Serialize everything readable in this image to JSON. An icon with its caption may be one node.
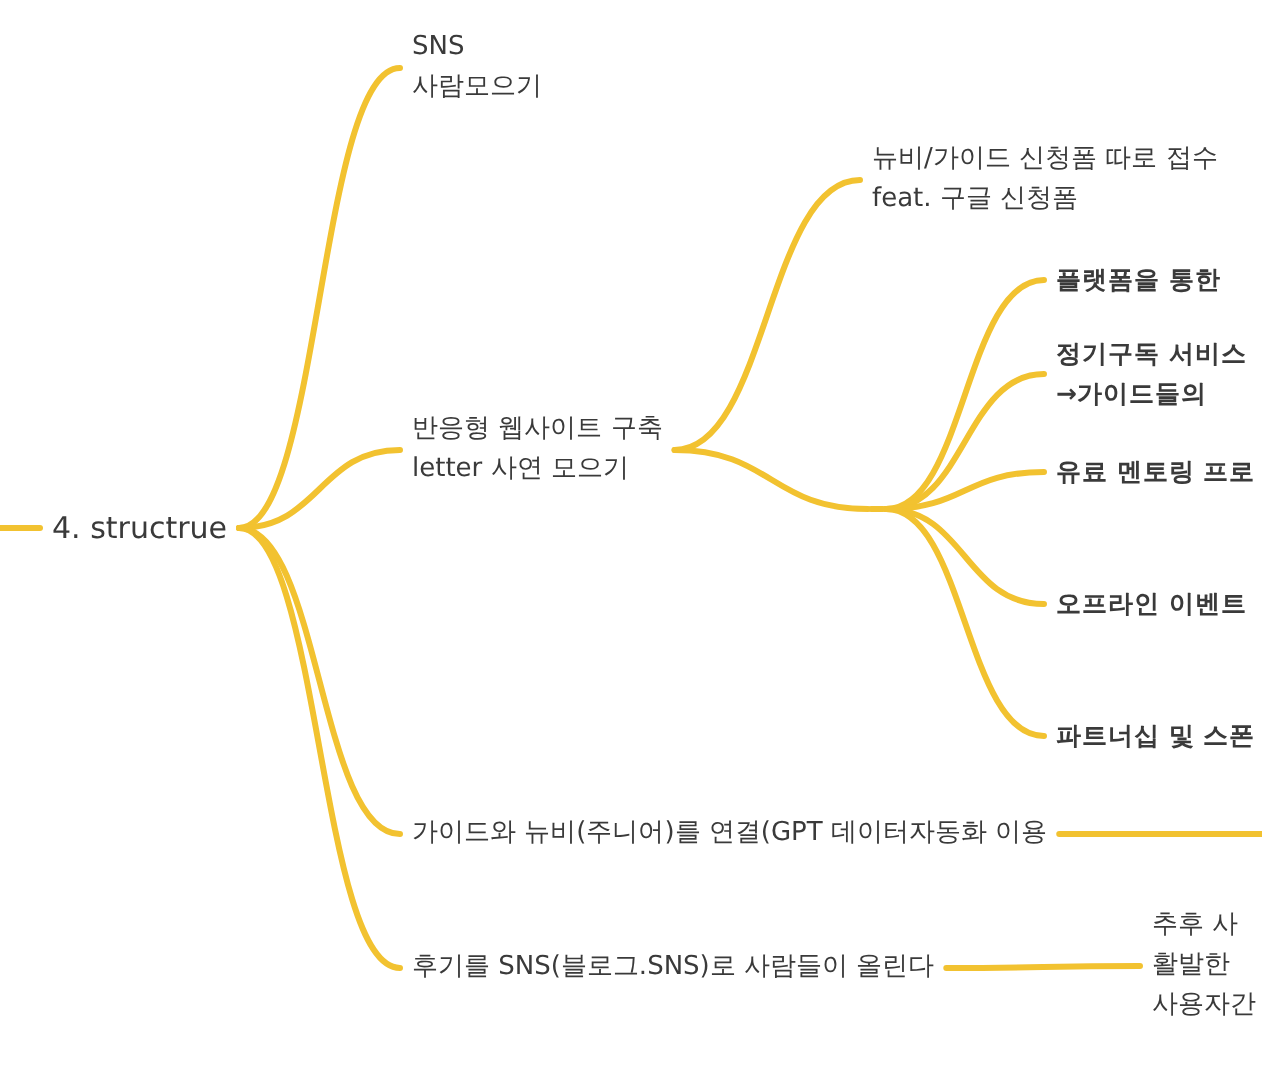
{
  "diagram": {
    "nodes": [
      {
        "text": [
          "4. structrue"
        ]
      },
      {
        "text": [
          "SNS",
          "사람모으기"
        ]
      },
      {
        "text": [
          "반응형 웹사이트 구축",
          "letter 사연 모으기"
        ]
      },
      {
        "text": [
          "뉴비/가이드 신청폼 따로 접수",
          "feat. 구글 신청폼"
        ]
      },
      {
        "text": [],
        "shape": "bar"
      },
      {
        "text": [
          "플랫폼을 통한"
        ]
      },
      {
        "text": [
          "정기구독 서비스",
          "→가이드들의"
        ]
      },
      {
        "text": [
          "유료 멘토링 프로"
        ]
      },
      {
        "text": [
          "오프라인 이벤트"
        ]
      },
      {
        "text": [
          "파트너십 및 스폰"
        ]
      },
      {
        "text": [
          "가이드와 뉴비(주니어)를 연결(GPT 데이터자동화 이용"
        ]
      },
      {
        "text": [
          "후기를 SNS(블로그.SNS)로 사람들이 올린다"
        ]
      },
      {
        "text": [
          "추후 사",
          "활발한",
          "사용자간"
        ]
      }
    ],
    "edges": [
      {
        "from": null,
        "to": 0,
        "arrow": "none"
      },
      {
        "from": 0,
        "to": 1,
        "arrow": "none"
      },
      {
        "from": 0,
        "to": 2,
        "arrow": "none"
      },
      {
        "from": 0,
        "to": 10,
        "arrow": "none"
      },
      {
        "from": 0,
        "to": 11,
        "arrow": "none"
      },
      {
        "from": 2,
        "to": 3,
        "arrow": "none"
      },
      {
        "from": 2,
        "to": 4,
        "arrow": "none"
      },
      {
        "from": 4,
        "to": 5,
        "arrow": "none"
      },
      {
        "from": 4,
        "to": 6,
        "arrow": "none"
      },
      {
        "from": 4,
        "to": 7,
        "arrow": "none"
      },
      {
        "from": 4,
        "to": 8,
        "arrow": "none"
      },
      {
        "from": 4,
        "to": 9,
        "arrow": "none"
      },
      {
        "from": 10,
        "to": null,
        "arrow": "none"
      },
      {
        "from": 11,
        "to": 12,
        "arrow": "none"
      }
    ]
  }
}
